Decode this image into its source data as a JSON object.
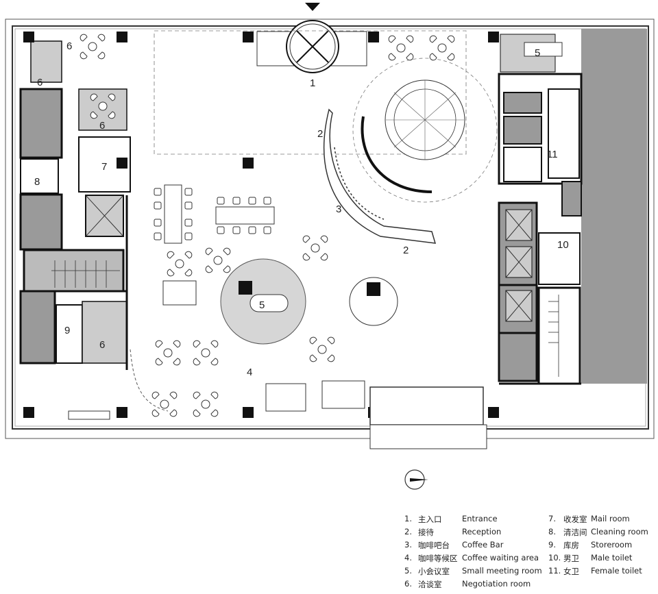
{
  "plan_labels": [
    {
      "id": "entrance",
      "text": "1"
    },
    {
      "id": "reception-top",
      "text": "2"
    },
    {
      "id": "reception-bottom",
      "text": "2"
    },
    {
      "id": "coffee-bar",
      "text": "3"
    },
    {
      "id": "coffee-waiting",
      "text": "4"
    },
    {
      "id": "meeting-center",
      "text": "5"
    },
    {
      "id": "meeting-topright",
      "text": "5"
    },
    {
      "id": "negotiation-1",
      "text": "6"
    },
    {
      "id": "negotiation-2",
      "text": "6"
    },
    {
      "id": "negotiation-3",
      "text": "6"
    },
    {
      "id": "negotiation-4",
      "text": "6"
    },
    {
      "id": "mail-room",
      "text": "7"
    },
    {
      "id": "cleaning-room",
      "text": "8"
    },
    {
      "id": "storeroom",
      "text": "9"
    },
    {
      "id": "male-toilet",
      "text": "10"
    },
    {
      "id": "female-toilet",
      "text": "11"
    }
  ],
  "legend": [
    {
      "num": "1.",
      "cn": "主入口",
      "en": "Entrance"
    },
    {
      "num": "2.",
      "cn": "接待",
      "en": "Reception"
    },
    {
      "num": "3.",
      "cn": "咖啡吧台",
      "en": "Coffee Bar"
    },
    {
      "num": "4.",
      "cn": "咖啡等候区",
      "en": "Coffee waiting area"
    },
    {
      "num": "5.",
      "cn": "小会议室",
      "en": "Small meeting room"
    },
    {
      "num": "6.",
      "cn": "洽谈室",
      "en": "Negotiation room"
    },
    {
      "num": "7.",
      "cn": "收发室",
      "en": "Mail room"
    },
    {
      "num": "8.",
      "cn": "清洁间",
      "en": "Cleaning room"
    },
    {
      "num": "9.",
      "cn": "库房",
      "en": "Storeroom"
    },
    {
      "num": "10.",
      "cn": "男卫",
      "en": "Male toilet"
    },
    {
      "num": "11.",
      "cn": "女卫",
      "en": "Female toilet"
    }
  ],
  "colors": {
    "wall": "#111111",
    "fill_gray": "#9a9a9a",
    "fill_light": "#cccccc",
    "line": "#333333"
  },
  "icons": [
    "entrance-arrow-icon",
    "north-arrow-icon"
  ]
}
